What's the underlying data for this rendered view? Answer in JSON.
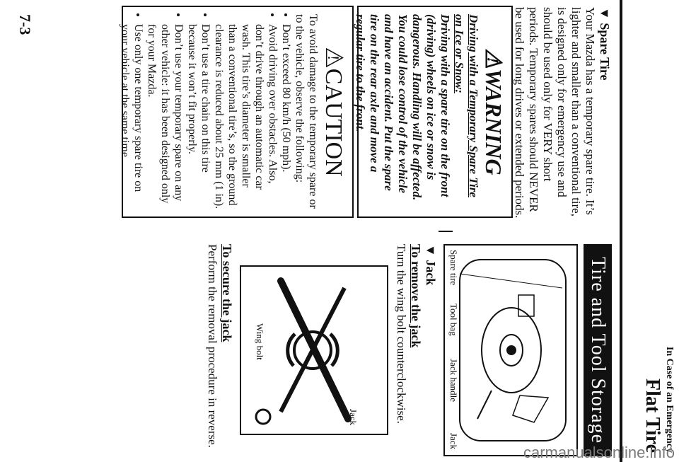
{
  "header": {
    "section": "In Case of an Emergency",
    "title": "Flat Tire"
  },
  "left": {
    "heading": "Tire and Tool Storage",
    "figure1_labels": [
      "Spare tire",
      "Tool bag",
      "Jack handle",
      "Jack"
    ],
    "jack_heading": "▼ Jack",
    "remove_heading": "To remove the jack",
    "remove_text": "Turn the wing bolt counterclockwise.",
    "figure2_labels": [
      "Jack",
      "Wing bolt"
    ],
    "secure_heading": "To secure the jack",
    "secure_text": "Perform the removal procedure in reverse."
  },
  "right": {
    "spare_heading": "▼ Spare Tire",
    "spare_text": "Your Mazda has a temporary spare tire. It’s lighter and smaller than a conventional tire, is designed only for emergency use and should be used only for VERY short periods. Temporary spares should NEVER be used for long drives or extended periods.",
    "warning_title": "⚠WARNING",
    "warning_subtitle": "Driving with a Temporary Spare Tire on Ice or Snow:",
    "warning_text": "Driving with a spare tire on the front (driving) wheels on ice or snow is dangerous. Handling will be affected. You could lose control of the vehicle and have an accident. Put the spare tire on the rear axle and move a regular tire to the front.",
    "caution_title": "⚠CAUTION",
    "caution_intro": "To avoid damage to the temporary spare or to the vehicle, observe the following:",
    "caution_items": [
      "Don’t exceed 80 km/h (50 mph).",
      "Avoid driving over obstacles. Also, don’t drive through an automatic car wash. This tire’s diameter is smaller than a conventional tire’s, so the ground clearance is reduced about 25 mm (1 in).",
      "Don’t use a tire chain on this tire because it won’t fit properly.",
      "Don’t use your temporary spare on any other vehicle: it has been designed only for your Mazda.",
      "Use only one temporary spare tire on your vehicle at the same time."
    ]
  },
  "page_number": "7-3",
  "watermark": "carmanualsonline.info"
}
